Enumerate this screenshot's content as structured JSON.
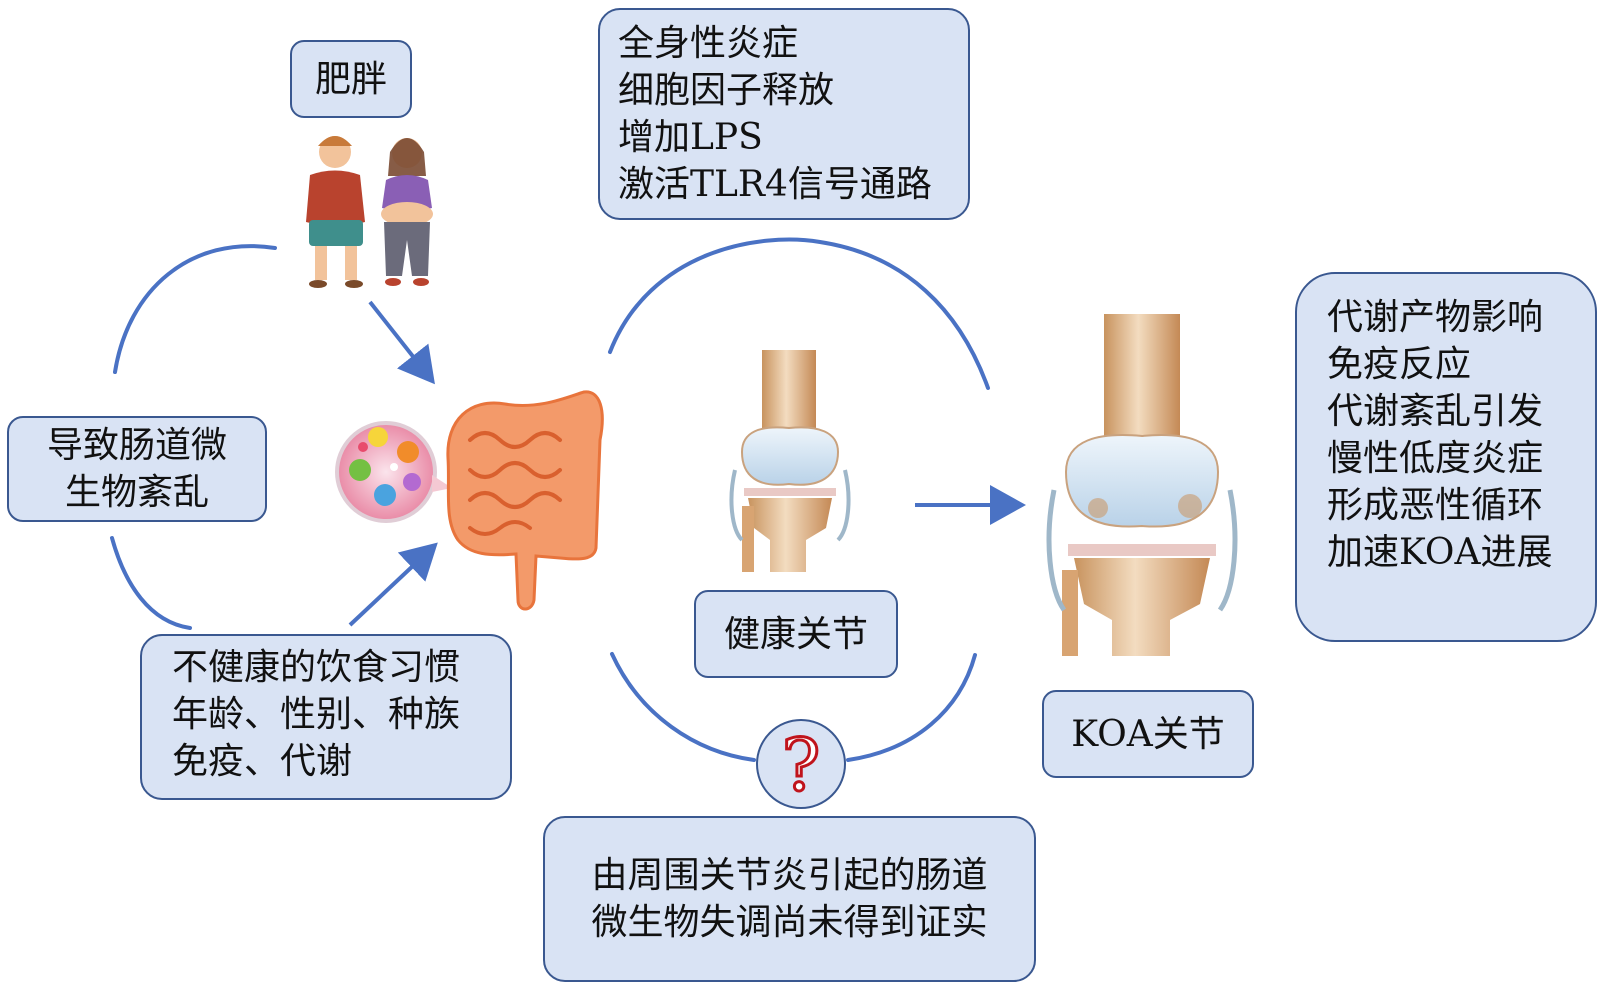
{
  "colors": {
    "box_fill": "#d9e3f4",
    "box_border": "#3a5890",
    "arrow": "#4a72c4",
    "question": "#c0141c"
  },
  "boxes": {
    "obesity": {
      "lines": [
        "肥胖"
      ]
    },
    "systemic_inflammation": {
      "lines": [
        "全身性炎症",
        "细胞因子释放",
        "增加LPS",
        "激活TLR4信号通路"
      ]
    },
    "dysbiosis": {
      "lines": [
        "导致肠道微",
        "生物紊乱"
      ]
    },
    "factors": {
      "lines": [
        "不健康的饮食习惯",
        "年龄、性别、种族",
        "免疫、代谢"
      ]
    },
    "healthy_joint": {
      "lines": [
        "健康关节"
      ]
    },
    "unproven": {
      "lines": [
        "由周围关节炎引起的肠道",
        "微生物失调尚未得到证实"
      ]
    },
    "koa_joint": {
      "lines": [
        "KOA关节"
      ]
    },
    "metabolic": {
      "lines": [
        "代谢产物影响",
        "免疫反应",
        "代谢紊乱引发",
        "慢性低度炎症",
        "形成恶性循环",
        "加速KOA进展"
      ]
    }
  },
  "question_mark": "?",
  "icons": [
    "obese-couple-icon",
    "gut-microbiota-icon",
    "intestine-icon",
    "healthy-knee-icon",
    "koa-knee-icon",
    "question-icon"
  ]
}
